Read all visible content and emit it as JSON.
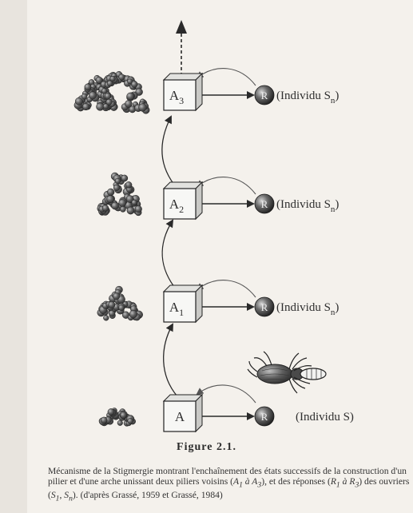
{
  "states": [
    {
      "main": "A",
      "sub": ""
    },
    {
      "main": "A",
      "sub": "1"
    },
    {
      "main": "A",
      "sub": "2"
    },
    {
      "main": "A",
      "sub": "3"
    }
  ],
  "responses": [
    {
      "badge": "R",
      "text": "(Individu S)",
      "sub": ""
    },
    {
      "badge": "R",
      "text": "(Individu S",
      "sub": "n",
      "close": ")"
    },
    {
      "badge": "R",
      "text": "(Individu S",
      "sub": "n",
      "close": ")"
    },
    {
      "badge": "R",
      "text": "(Individu S",
      "sub": "n",
      "close": ")"
    }
  ],
  "figure_label": "Figure   2.1.",
  "caption": {
    "t1": "Mécanisme de la Stigmergie montrant l'enchaînement des états successifs de la construction d'un pilier et d'une arche unissant deux piliers voisins (",
    "t2": "A",
    "t2s": "1",
    "t3": " à ",
    "t4": "A",
    "t4s": "3",
    "t5": "), et des réponses (",
    "t6": "R",
    "t6s": "1",
    "t7": " à ",
    "t8": "R",
    "t8s": "3",
    "t9": ") des ouvriers (",
    "t10": "S",
    "t10s": "1",
    "t11": ", ",
    "t12": "S",
    "t12s": "n",
    "t13": "). (d'après Grassé, 1959 et Grassé, 1984)"
  },
  "colors": {
    "page": "#f4f1ec",
    "ink": "#2a2a2a",
    "box_front": "#f7f7f5",
    "box_side": "#c9c9c6",
    "pellet": "#555555"
  }
}
